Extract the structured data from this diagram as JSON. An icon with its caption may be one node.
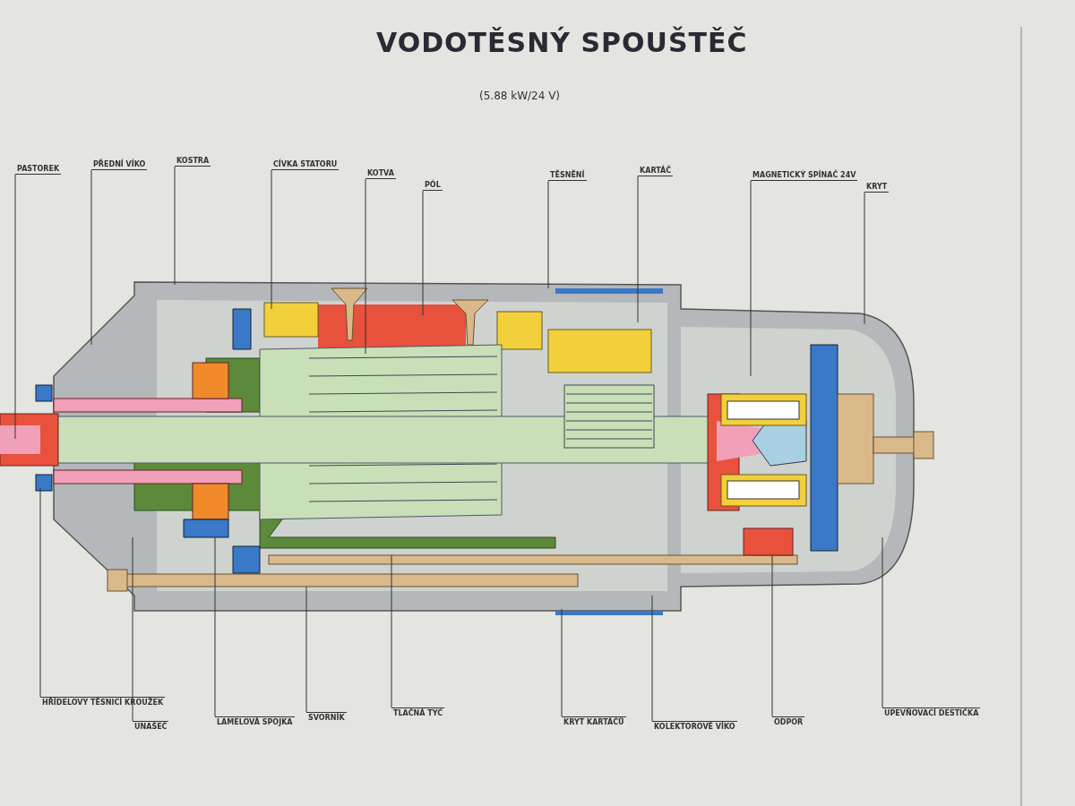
{
  "diagram": {
    "title": "VODOTĚSNÝ SPOUŠTĚČ",
    "nodes": [
      {
        "text": [
          "PASTOREK"
        ]
      },
      {
        "text": [
          "PŘEDNÍ VÍKO"
        ]
      },
      {
        "text": [
          "KOSTRA"
        ]
      },
      {
        "text": [
          "CÍVKA STATORU"
        ]
      },
      {
        "text": [
          "KOTVA"
        ]
      },
      {
        "text": [
          "PÓL"
        ]
      },
      {
        "text": [
          "TĚSNĚNÍ"
        ]
      },
      {
        "text": [
          "KARTÁČ"
        ]
      },
      {
        "text": [
          "MAGNETICKÝ SPÍNAČ 24V"
        ]
      },
      {
        "text": [
          "KRYT"
        ]
      },
      {
        "text": [
          "HŘÍDELOVÝ TĚSNICÍ KROUŽEK"
        ]
      },
      {
        "text": [
          "UNAŠEČ"
        ]
      },
      {
        "text": [
          "LAMELOVÁ SPOJKA"
        ]
      },
      {
        "text": [
          "SVORNÍK"
        ]
      },
      {
        "text": [
          "TLAČNÁ TYČ"
        ]
      },
      {
        "text": [
          "KRYT KARTÁČŮ"
        ]
      },
      {
        "text": [
          "KOLEKTOROVÉ VÍKO"
        ]
      },
      {
        "text": [
          "ODPOR"
        ]
      },
      {
        "text": [
          "UPEVŇOVACÍ DESTIČKA"
        ]
      }
    ],
    "edges": [
      {
        "from": 0,
        "to": null,
        "arrow": "none"
      },
      {
        "from": 1,
        "to": null,
        "arrow": "none"
      },
      {
        "from": 2,
        "to": null,
        "arrow": "none"
      },
      {
        "from": 3,
        "to": null,
        "arrow": "none"
      },
      {
        "from": 4,
        "to": null,
        "arrow": "none"
      },
      {
        "from": 5,
        "to": null,
        "arrow": "none"
      },
      {
        "from": 6,
        "to": null,
        "arrow": "none"
      },
      {
        "from": 7,
        "to": null,
        "arrow": "none"
      },
      {
        "from": 8,
        "to": null,
        "arrow": "none"
      },
      {
        "from": 9,
        "to": null,
        "arrow": "none"
      },
      {
        "from": 10,
        "to": null,
        "arrow": "none"
      },
      {
        "from": 11,
        "to": null,
        "arrow": "none"
      },
      {
        "from": 12,
        "to": null,
        "arrow": "none"
      },
      {
        "from": 13,
        "to": null,
        "arrow": "none"
      },
      {
        "from": 14,
        "to": null,
        "arrow": "none"
      },
      {
        "from": 15,
        "to": null,
        "arrow": "none"
      },
      {
        "from": 16,
        "to": null,
        "arrow": "none"
      },
      {
        "from": 17,
        "to": null,
        "arrow": "none"
      },
      {
        "from": 18,
        "to": null,
        "arrow": "none"
      }
    ],
    "labels": [
      "(5.88 kW/24 V)"
    ]
  }
}
